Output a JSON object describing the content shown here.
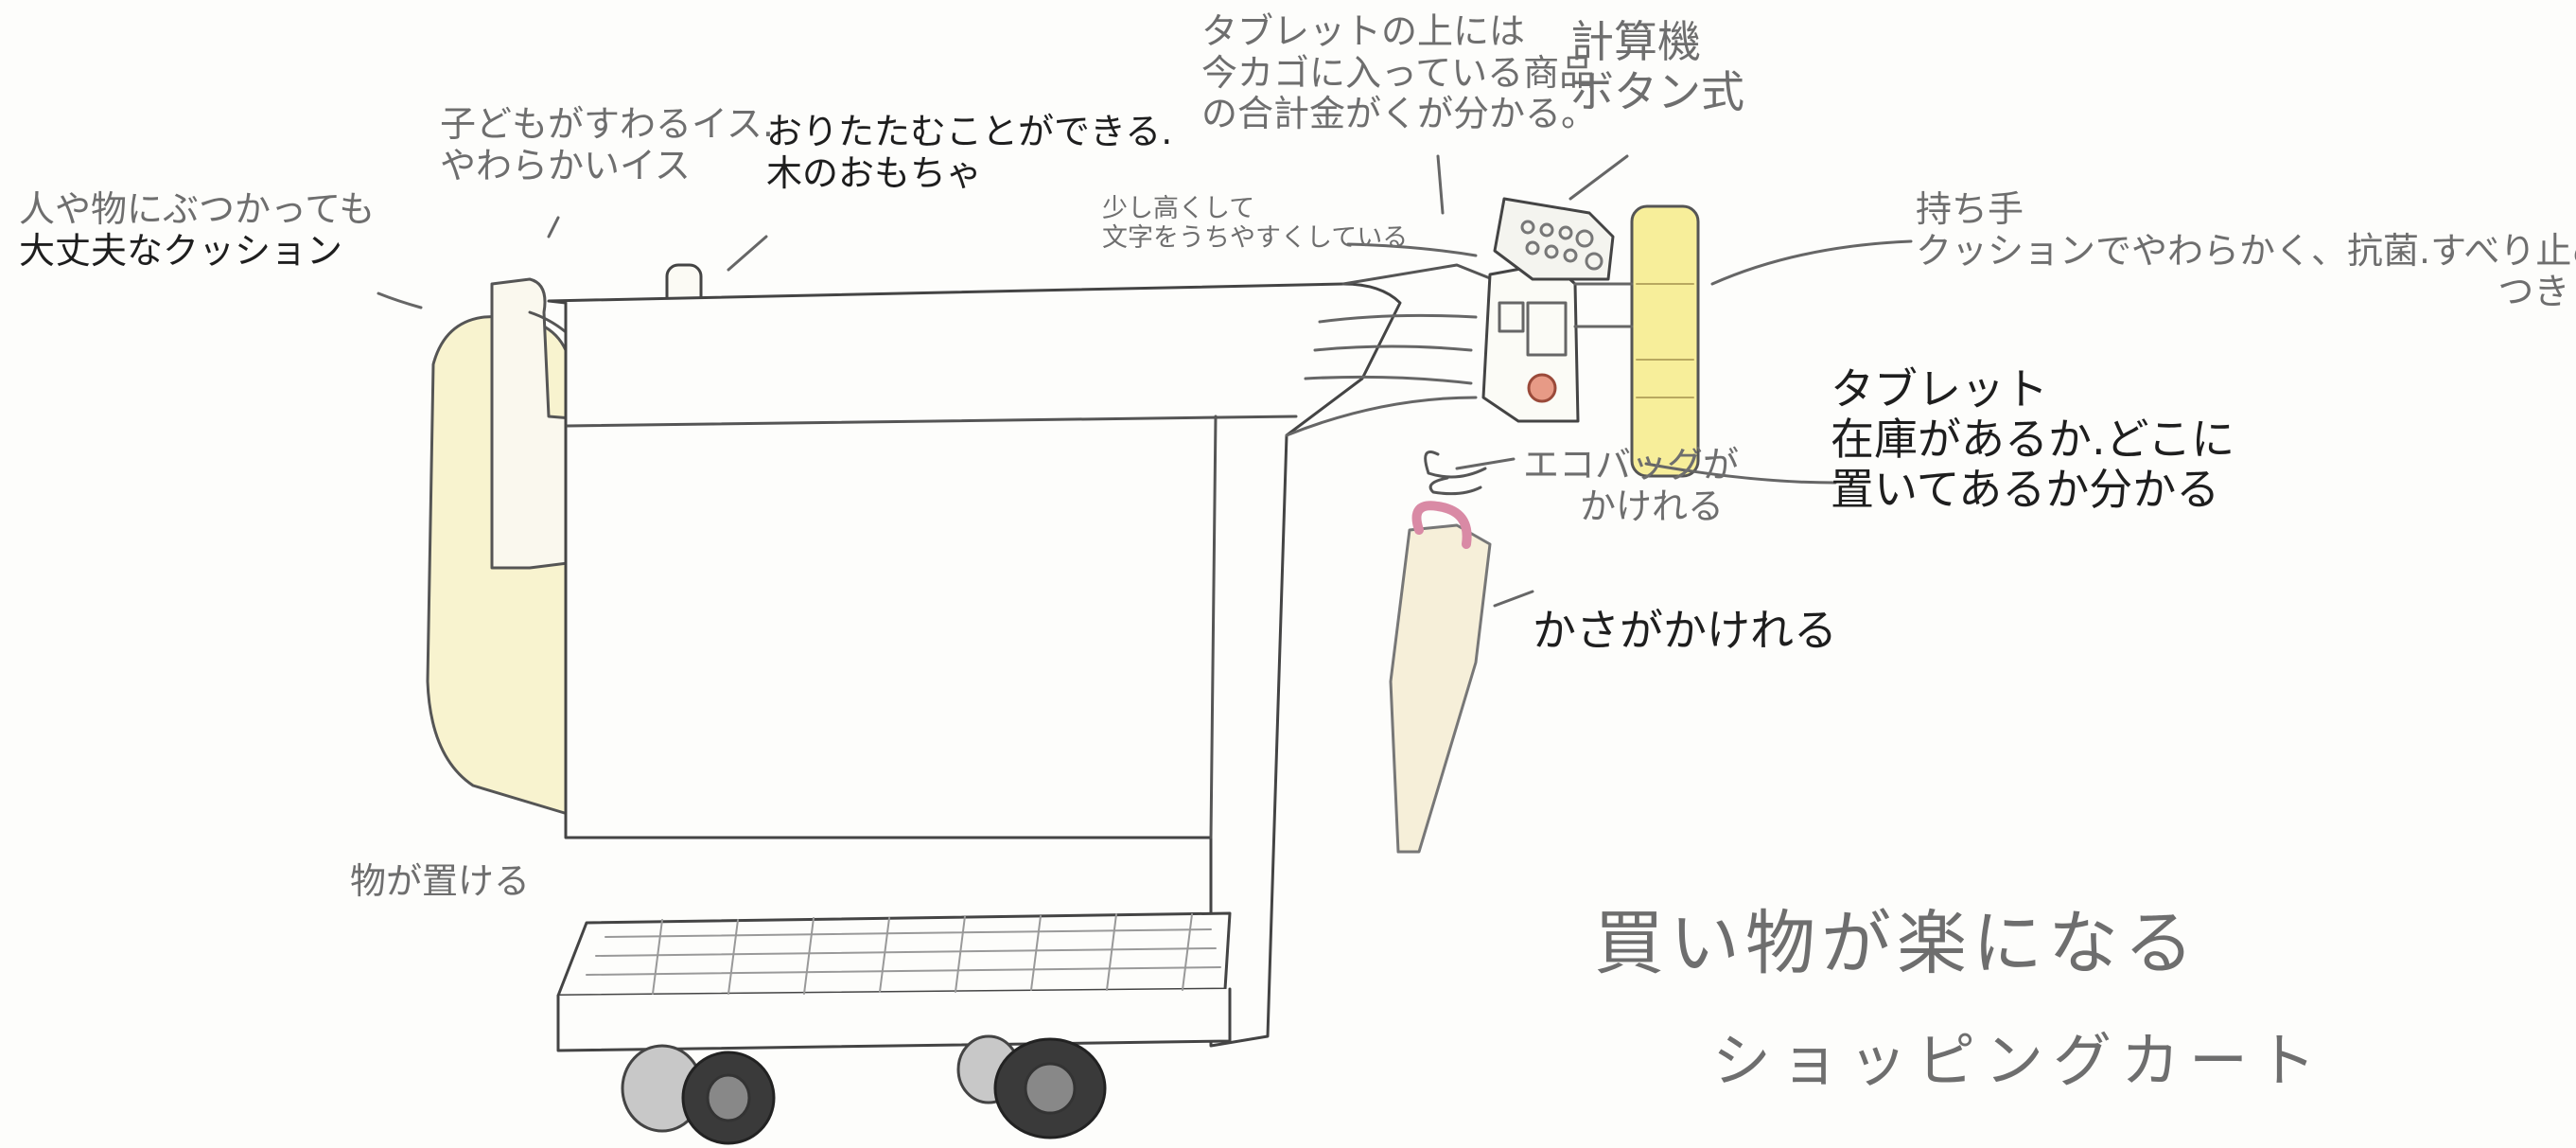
{
  "drawing": {
    "title_line1": "買い物が楽になる",
    "title_line2": "ショッピングカート"
  },
  "annotations": {
    "cushion": {
      "line1": "人や物にぶつかっても",
      "line2": "大丈夫なクッション"
    },
    "child_seat": {
      "line1": "子どもがすわるイス.",
      "line2": "やわらかいイス"
    },
    "toy": {
      "line1": "おりたたむことができる.",
      "line2": "木のおもちゃ"
    },
    "tablet_top": {
      "line1": "タブレットの上には",
      "line2": "今カゴに入っている商品",
      "line3": "の合計金がくが分かる。"
    },
    "calculator": {
      "line1": "計算機",
      "line2": "ボタン式"
    },
    "tilted": {
      "line1": "少し高くして",
      "line2": "文字をうちやすくしている"
    },
    "handle": {
      "line1": "持ち手",
      "line2": "クッションでやわらかく、抗菌.すべり止め",
      "line3": "つき"
    },
    "tablet": {
      "line1": "タブレット",
      "line2": "在庫があるか.どこに",
      "line3": "置いてあるか分かる"
    },
    "eco_bag": {
      "line1": "エコバッグが",
      "line2": "かけれる"
    },
    "umbrella": {
      "line1": "かさがかけれる"
    },
    "shelf": {
      "line1": "物が置ける"
    }
  },
  "colors": {
    "pencil": "#555555",
    "cushion_fill": "#f8f3cf",
    "handle_fill": "#f7ee9a",
    "umbrella_fill": "#f6efd9",
    "pink": "#f2b8cc",
    "wheel": "#2e2e2e"
  }
}
